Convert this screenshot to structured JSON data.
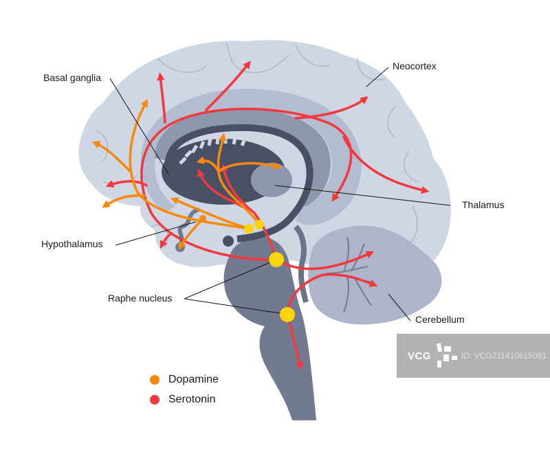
{
  "figure": {
    "title": "Dopamine and serotonin pathways in the brain",
    "labels": {
      "basal_ganglia": "Basal ganglia",
      "neocortex": "Neocortex",
      "thalamus": "Thalamus",
      "hypothalamus": "Hypothalamus",
      "raphe_nucleus": "Raphe nucleus",
      "cerebellum": "Cerebellum"
    },
    "legend": [
      {
        "label": "Dopamine",
        "color": "#f7890f"
      },
      {
        "label": "Serotonin",
        "color": "#f2393f"
      }
    ],
    "colors": {
      "cortex": "#cfd6e4",
      "cortex_groove": "#aeb6c9",
      "inner_ring": "#b4bccf",
      "corpus": "#8e97ad",
      "ventricle": "#6c7387",
      "deep": "#4a5064",
      "brainstem": "#727a8f",
      "cerebellum": "#aeb5c8",
      "nucleus": "#ffd50a"
    }
  },
  "watermark": {
    "logo": "VCG",
    "id_text": "ID: VCG211410615091"
  }
}
